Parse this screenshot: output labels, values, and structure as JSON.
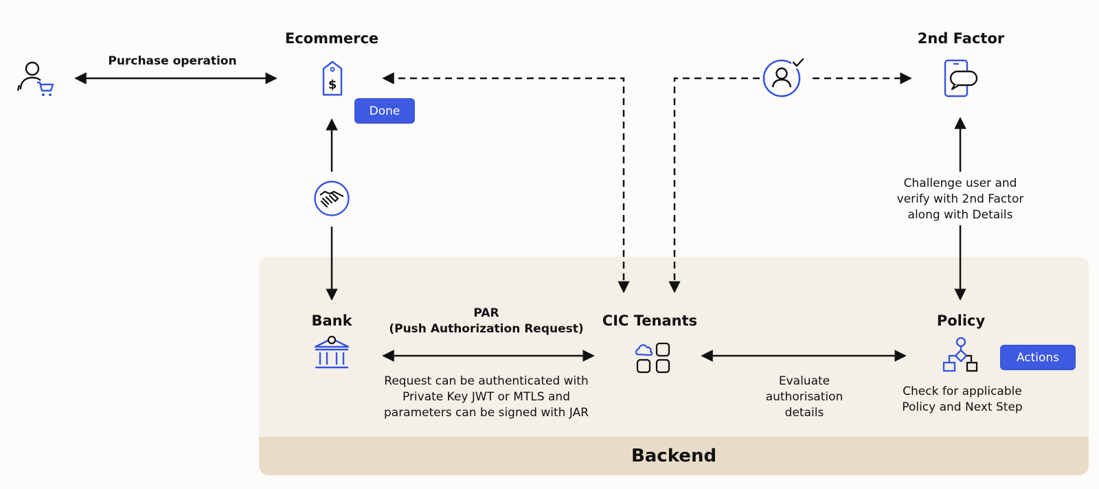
{
  "nodes": {
    "ecommerce": "Ecommerce",
    "second_factor": "2nd Factor",
    "bank": "Bank",
    "cic_tenants": "CIC Tenants",
    "policy": "Policy",
    "backend": "Backend"
  },
  "buttons": {
    "done": "Done",
    "actions": "Actions"
  },
  "edges": {
    "purchase_operation": "Purchase operation",
    "par_title_1": "PAR",
    "par_title_2": "(Push Authorization Request)",
    "par_desc_1": "Request can be authenticated with",
    "par_desc_2": "Private Key JWT or MTLS and",
    "par_desc_3": "parameters can be signed with JAR",
    "evaluate_1": "Evaluate",
    "evaluate_2": "authorisation",
    "evaluate_3": "details",
    "challenge_1": "Challenge user and",
    "challenge_2": "verify with 2nd Factor",
    "challenge_3": "along with Details",
    "policy_desc_1": "Check for applicable",
    "policy_desc_2": "Policy and Next Step"
  },
  "colors": {
    "accent": "#3d5ae0",
    "icon_blue": "#3354e0",
    "backend_panel": "#f4f0e8",
    "backend_footer": "#e8dcc8",
    "line": "#111111"
  }
}
